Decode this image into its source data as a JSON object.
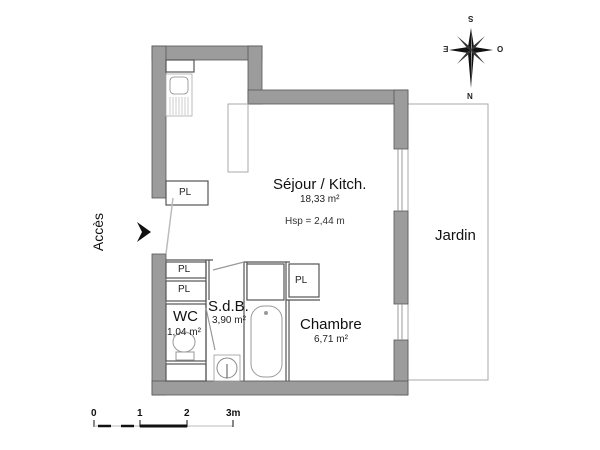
{
  "rooms": {
    "sejour": {
      "name": "Séjour / Kitch.",
      "area": "18,33 m²",
      "height": "Hsp =  2,44 m"
    },
    "chambre": {
      "name": "Chambre",
      "area": "6,71 m²"
    },
    "sdb": {
      "name": "S.d.B.",
      "area": "3,90 m²"
    },
    "wc": {
      "name": "WC",
      "area": "1,04 m²"
    },
    "jardin": {
      "name": "Jardin"
    }
  },
  "closets": [
    "PL",
    "PL",
    "PL",
    "PL"
  ],
  "entrance": {
    "label": "Accès"
  },
  "compass": {
    "north": "N",
    "south": "S",
    "east": "E",
    "west": "O"
  },
  "scale_bar": {
    "ticks": [
      "0",
      "1",
      "2",
      "3m"
    ]
  },
  "colors": {
    "wall": "#9c9c9c",
    "wall_outline": "#555555",
    "background": "#ffffff",
    "fixture_line": "#888888"
  }
}
